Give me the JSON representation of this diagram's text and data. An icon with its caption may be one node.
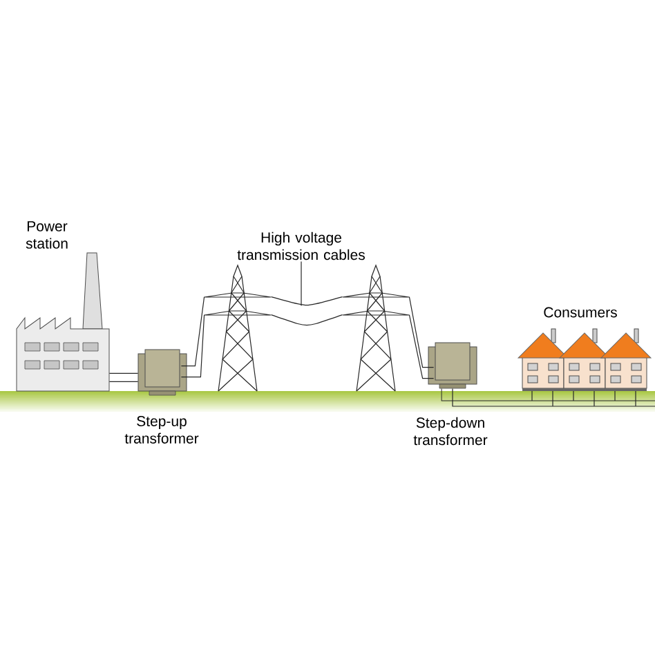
{
  "diagram": {
    "nodes": [
      {
        "text": [
          "Power station"
        ]
      },
      {
        "text": [
          "Step-up transformer"
        ]
      },
      {
        "text": [],
        "shape": "picture"
      },
      {
        "text": [],
        "shape": "picture"
      },
      {
        "text": [
          "Step-down transformer"
        ]
      },
      {
        "text": [
          "Consumers"
        ]
      },
      {
        "text": [
          "High voltage transmission cables"
        ]
      }
    ],
    "edges": [
      {
        "from": 0,
        "to": 1,
        "arrow": "none"
      },
      {
        "from": 1,
        "to": 2,
        "arrow": "none"
      },
      {
        "from": 2,
        "to": 3,
        "arrow": "none"
      },
      {
        "from": 3,
        "to": 4,
        "arrow": "none"
      },
      {
        "from": 4,
        "to": 5,
        "arrow": "none"
      },
      {
        "from": 6,
        "to": null,
        "arrow": "none"
      }
    ]
  }
}
